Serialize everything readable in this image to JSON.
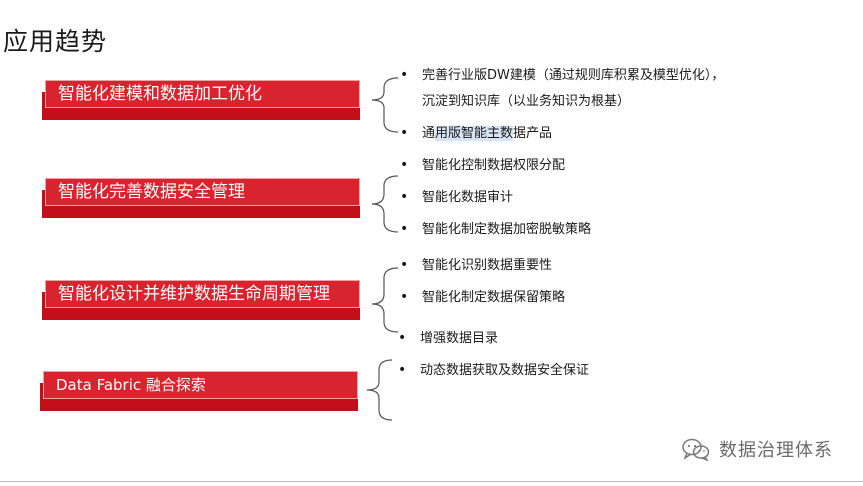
{
  "page": {
    "title": "应用趋势",
    "watermark": "数据治理体系",
    "accent_color": "#d9242f",
    "accent_dark": "#c30d19"
  },
  "categories": [
    {
      "label": "智能化建模和数据加工优化",
      "bullets": [
        {
          "text": "完善行业版DW建模（通过规则库积累及模型优化），",
          "cont": "沉淀到知识库（以业务知识为根基）"
        },
        {
          "pre": "通",
          "highlight": "用版智能主数",
          "post": "据产品"
        }
      ]
    },
    {
      "label": "智能化完善数据安全管理",
      "bullets": [
        {
          "text": "智能化控制数据权限分配"
        },
        {
          "text": "智能化数据审计"
        },
        {
          "text": "智能化制定数据加密脱敏策略"
        }
      ]
    },
    {
      "label": "智能化设计并维护数据生命周期管理",
      "bullets": [
        {
          "text": "智能化识别数据重要性"
        },
        {
          "text": "智能化制定数据保留策略"
        },
        {
          "text": "增强数据目录"
        }
      ]
    },
    {
      "label": "Data Fabric 融合探索",
      "bullets": [
        {
          "text": "动态数据获取及数据安全保证"
        }
      ]
    }
  ]
}
